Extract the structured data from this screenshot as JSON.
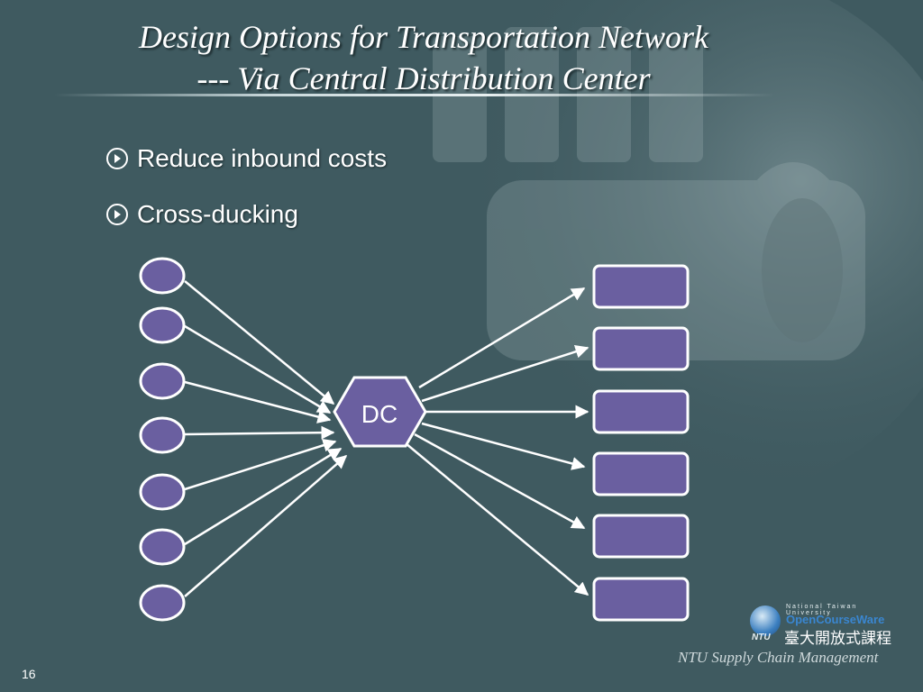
{
  "slide": {
    "title_line1": "Design Options for Transportation Network",
    "title_line2": "--- Via Central Distribution Center",
    "bullets": [
      "Reduce inbound costs",
      "Cross-ducking"
    ],
    "page_number": "16"
  },
  "diagram": {
    "hub_label": "DC",
    "source_count": 7,
    "destination_count": 6
  },
  "logo": {
    "university": "National Taiwan University",
    "brand": "OpenCourseWare",
    "short": "NTU",
    "chinese": "臺大開放式課程"
  },
  "footer": "NTU Supply Chain Management",
  "colors": {
    "background": "#3f5a60",
    "node_fill": "#6a5fa0",
    "stroke": "#ffffff"
  }
}
